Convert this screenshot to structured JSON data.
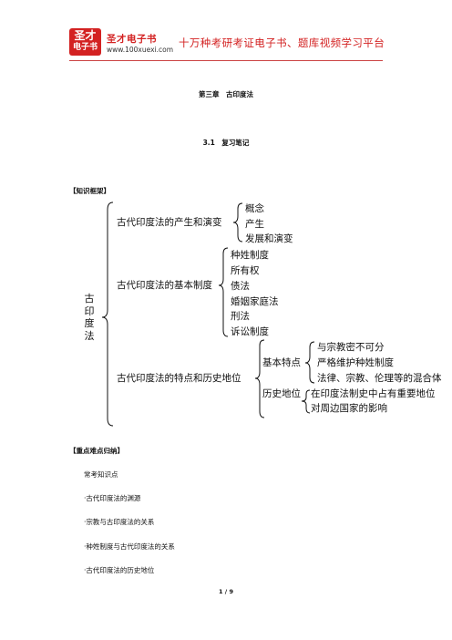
{
  "header": {
    "logo_top": "圣才",
    "logo_bottom": "电子书",
    "brand_name": "圣才电子书",
    "brand_url": "www.100xuexi.com",
    "slogan": "十万种考研考证电子书、题库视频学习平台"
  },
  "chapter_title": "第三章　古印度法",
  "section_title": "3.1　复习笔记",
  "framework_label": "【知识框架】",
  "tree": {
    "root": [
      "古",
      "印",
      "度",
      "法"
    ],
    "branches": [
      {
        "label": "古代印度法的产生和演变",
        "children": [
          "概念",
          "产生",
          "发展和演变"
        ]
      },
      {
        "label": "古代印度法的基本制度",
        "children": [
          "种姓制度",
          "所有权",
          "债法",
          "婚姻家庭法",
          "刑法",
          "诉讼制度"
        ]
      },
      {
        "label": "古代印度法的特点和历史地位",
        "sub": [
          {
            "label": "基本特点",
            "children": [
              "与宗教密不可分",
              "严格维护种姓制度",
              "法律、宗教、伦理等的混合体"
            ]
          },
          {
            "label": "历史地位",
            "children": [
              "在印度法制史中占有重要地位",
              "对周边国家的影响"
            ]
          }
        ]
      }
    ]
  },
  "keypoints_label": "【重点难点归纳】",
  "keypoints": {
    "heading": "常考知识点",
    "items": [
      "·古代印度法的渊源",
      "·宗教与古印度法的关系",
      "·种姓制度与古代印度法的关系",
      "·古代印度法的历史地位"
    ]
  },
  "page_number": "1 / 9"
}
